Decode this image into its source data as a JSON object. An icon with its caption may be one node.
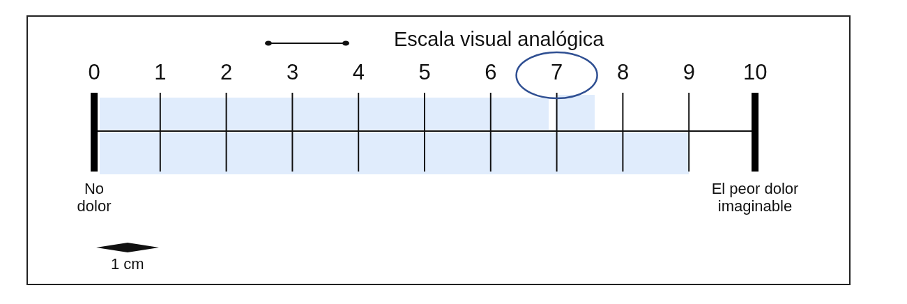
{
  "diagram": {
    "title": "Escala visual analógica",
    "labels": [
      "0",
      "1",
      "2",
      "3",
      "4",
      "5",
      "6",
      "7",
      "8",
      "9",
      "10",
      "No dolor",
      "El peor dolor imaginable",
      "1 cm"
    ]
  }
}
